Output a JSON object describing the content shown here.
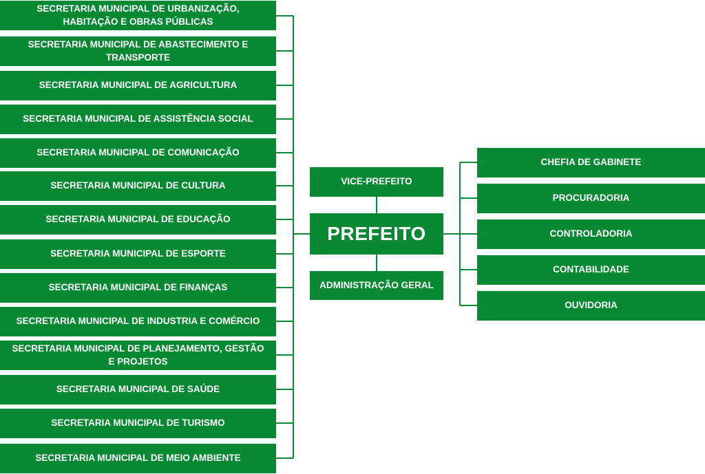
{
  "colors": {
    "box": "#078934",
    "line": "#078934",
    "text": "#ffffff"
  },
  "center": {
    "vice": "VICE-PREFEITO",
    "prefeito": "PREFEITO",
    "admin": "ADMINISTRAÇÃO GERAL"
  },
  "left_items": [
    "SECRETARIA MUNICIPAL DE URBANIZAÇÃO, HABITAÇÃO E OBRAS PÚBLICAS",
    "SECRETARIA MUNICIPAL DE ABASTECIMENTO E TRANSPORTE",
    "SECRETARIA MUNICIPAL DE AGRICULTURA",
    "SECRETARIA MUNICIPAL DE ASSISTÊNCIA SOCIAL",
    "SECRETARIA MUNICIPAL DE COMUNICAÇÃO",
    "SECRETARIA MUNICIPAL DE CULTURA",
    "SECRETARIA MUNICIPAL DE EDUCAÇÃO",
    "SECRETARIA MUNICIPAL DE ESPORTE",
    "SECRETARIA MUNICIPAL DE FINANÇAS",
    "SECRETARIA MUNICIPAL DE INDUSTRIA E COMÉRCIO",
    "SECRETARIA MUNICIPAL DE PLANEJAMENTO, GESTÃO E PROJETOS",
    "SECRETARIA MUNICIPAL DE SAÚDE",
    "SECRETARIA MUNICIPAL DE TURISMO",
    "SECRETARIA MUNICIPAL DE MEIO AMBIENTE"
  ],
  "right_items": [
    "CHEFIA DE GABINETE",
    "PROCURADORIA",
    "CONTROLADORIA",
    "CONTABILIDADE",
    "OUVIDORIA"
  ]
}
